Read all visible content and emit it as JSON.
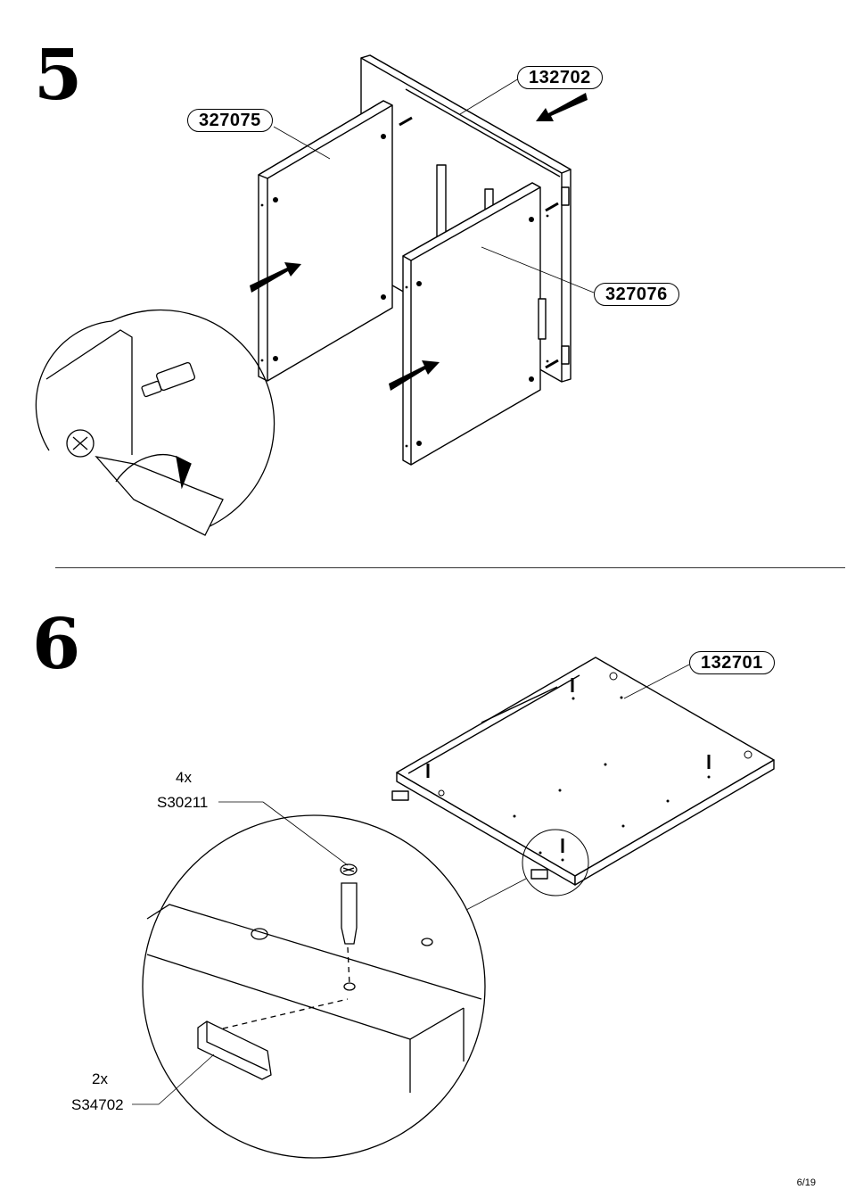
{
  "steps": [
    {
      "number": "5",
      "parts": {
        "side_panel": "132702",
        "left_panel": "327075",
        "right_panel": "327076"
      }
    },
    {
      "number": "6",
      "parts": {
        "bottom_panel": "132701"
      },
      "hardware": [
        {
          "qty": "4x",
          "code": "S30211"
        },
        {
          "qty": "2x",
          "code": "S34702"
        }
      ]
    }
  ],
  "page": {
    "number": "6/19"
  },
  "icons": [
    "arrow-icon",
    "screwdriver-icon",
    "cam-dowel-icon",
    "glide-foot-icon",
    "phillips-screw-icon"
  ]
}
